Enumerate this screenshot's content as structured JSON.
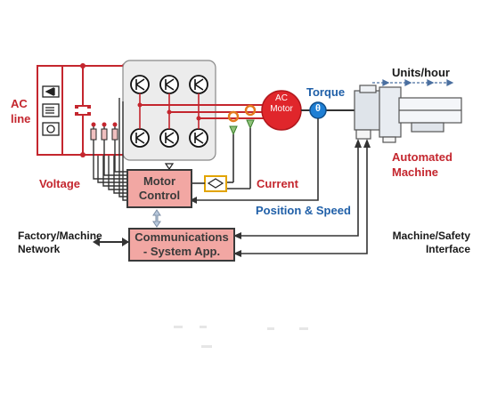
{
  "labels": {
    "ac_line_1": "AC",
    "ac_line_2": "line",
    "voltage": "Voltage",
    "current": "Current",
    "torque": "Torque",
    "units_per_hour": "Units/hour",
    "automated_machine_1": "Automated",
    "automated_machine_2": "Machine",
    "position_speed": "Position  & Speed",
    "factory_network_1": "Factory/Machine",
    "factory_network_2": "Network",
    "safety_interface_1": "Machine/Safety",
    "safety_interface_2": "Interface"
  },
  "blocks": {
    "motor_control_1": "Motor",
    "motor_control_2": "Control",
    "communications_1": "Communications",
    "communications_2": "- System App.",
    "ac_motor_1": "AC",
    "ac_motor_2": "Motor",
    "encoder_symbol": "θ"
  },
  "colors": {
    "power_line": "#c4262e",
    "signal_line": "#333333",
    "block_fill": "#f2a7a3",
    "motor_fill": "#e0262b",
    "encoder_fill": "#1f7fd4",
    "label_red": "#c4262e",
    "label_blue": "#1f5fa8"
  }
}
